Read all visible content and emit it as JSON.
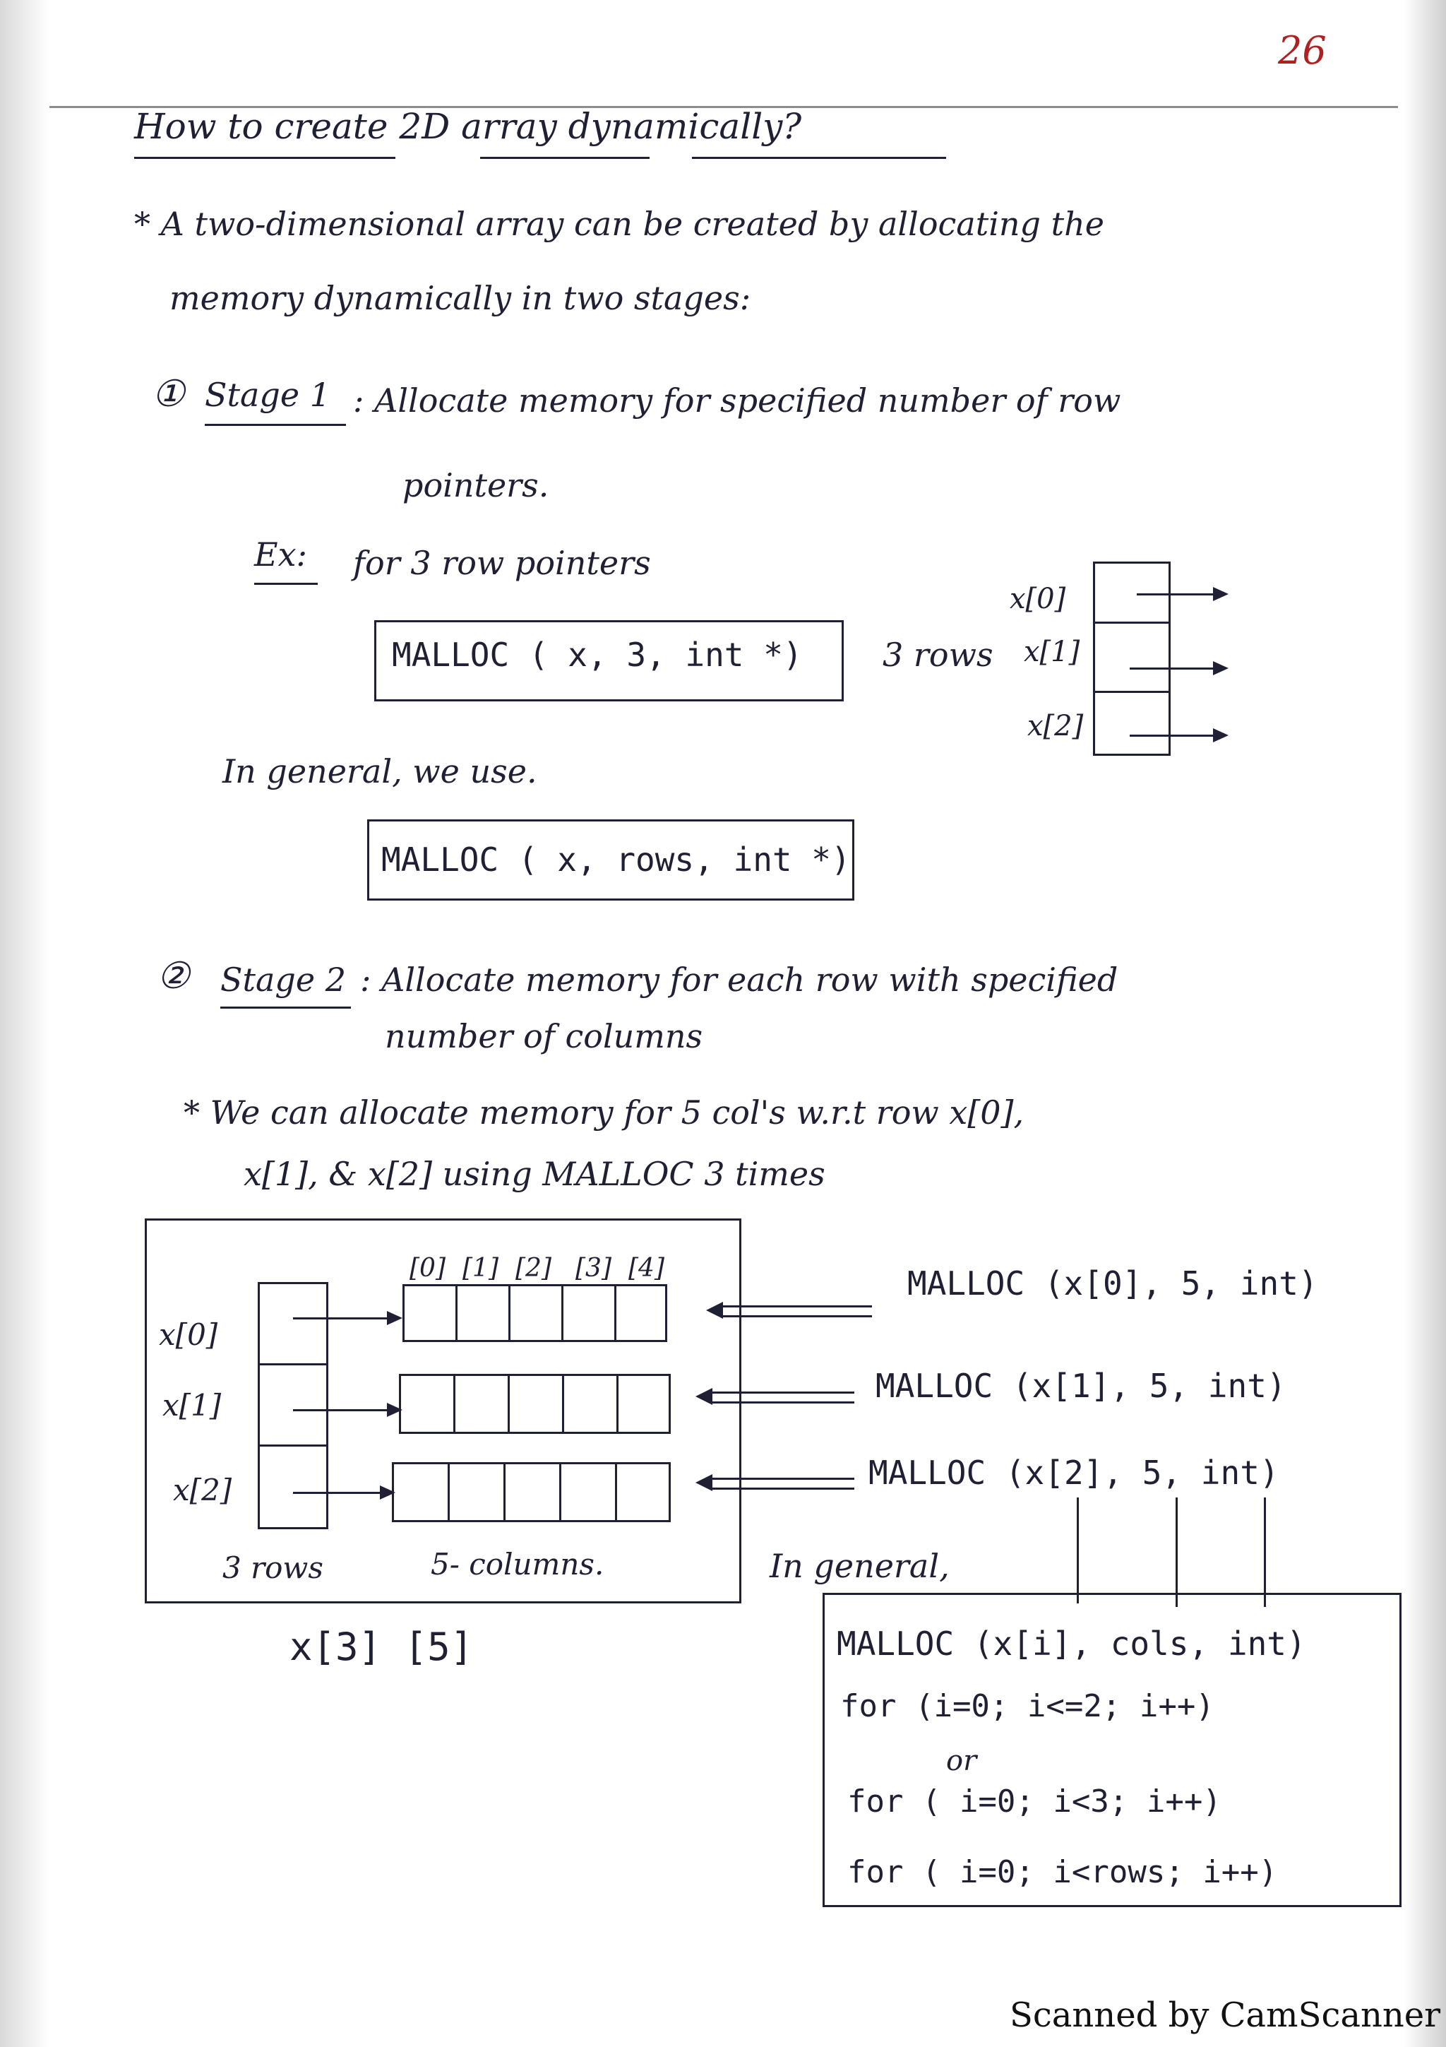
{
  "page_number": "26",
  "heading": "How to create 2D array dynamically?",
  "intro": [
    "* A two-dimensional array can be created by allocating the",
    "memory dynamically in two stages:"
  ],
  "stage1": {
    "marker": "①",
    "label": "Stage 1",
    "text_line1": ": Allocate memory for specified number of row",
    "text_line2": "pointers.",
    "example_label": "Ex:",
    "example_text": "for 3 row pointers",
    "code": "MALLOC ( x, 3, int *)",
    "rows_label": "3 rows",
    "row_names": [
      "x[0]",
      "x[1]",
      "x[2]"
    ],
    "general_text": "In general, we use.",
    "general_code": "MALLOC ( x, rows, int *)"
  },
  "stage2": {
    "marker": "②",
    "label": "Stage 2",
    "text_line1": ": Allocate memory for each row with specified",
    "text_line2": "number of columns",
    "note_line1": "* We can allocate memory for 5 col's w.r.t row x[0],",
    "note_line2": "x[1], & x[2] using MALLOC 3 times",
    "diagram": {
      "column_indices": [
        "[0]",
        "[1]",
        "[2]",
        "[3]",
        "[4]"
      ],
      "row_names": [
        "x[0]",
        "x[1]",
        "x[2]"
      ],
      "rows_caption": "3 rows",
      "cols_caption": "5- columns.",
      "calls": [
        "MALLOC (x[0], 5, int)",
        "MALLOC (x[1], 5, int)",
        "MALLOC (x[2], 5, int)"
      ]
    },
    "array_notation": "x[3] [5]",
    "general_text": "In general,",
    "general_box": [
      "MALLOC (x[i], cols, int)",
      "for (i=0; i<=2; i++)",
      "or",
      "for ( i=0; i<3; i++)",
      "for ( i=0; i<rows; i++)"
    ]
  },
  "footer": "Scanned by CamScanner"
}
